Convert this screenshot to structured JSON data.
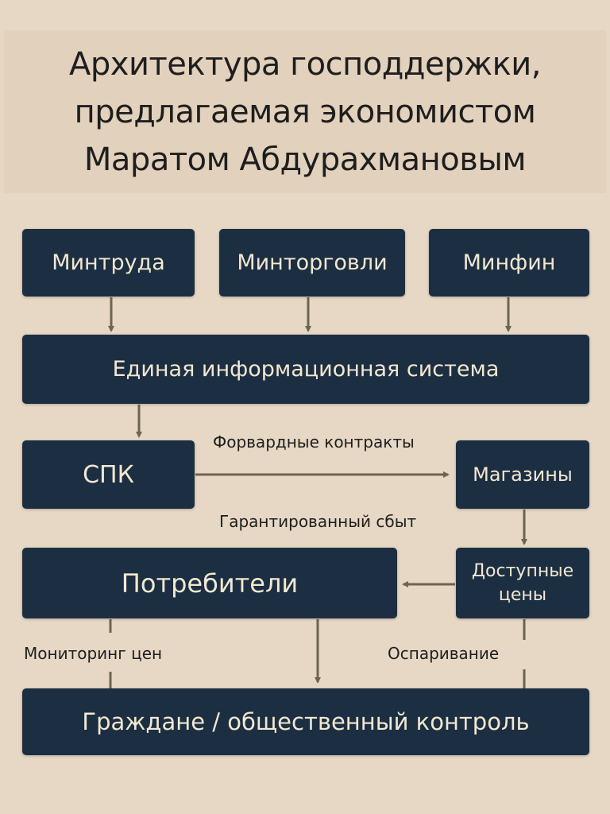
{
  "title": {
    "lines": [
      "Архитектура господдержки,",
      "предлагаемая экономистом",
      "Маратом Абдурахмановым"
    ]
  },
  "nodes": {
    "mintruda": "Минтруда",
    "mintorgovli": "Минторговли",
    "minfin": "Минфин",
    "eis": "Единая информационная система",
    "spk": "СПК",
    "magaziny": "Магазины",
    "potrebiteli": "Потребители",
    "dostupnye_ceny_1": "Доступные",
    "dostupnye_ceny_2": "цены",
    "grazhdane": "Граждане / общественный контроль"
  },
  "edge_labels": {
    "forward": "Форвардные контракты",
    "guaranteed": "Гарантированный сбыт",
    "monitoring": "Мониторинг цен",
    "dispute": "Оспаривание"
  },
  "colors": {
    "background": "#e6d8c4",
    "box": "#1c2e42",
    "box_text": "#f2e8d0",
    "arrow": "#6e6450"
  }
}
